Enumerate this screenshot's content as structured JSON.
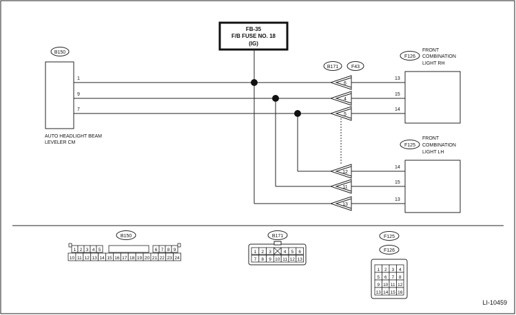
{
  "fuse": {
    "line1": "FB-35",
    "line2": "F/B FUSE NO. 18",
    "line3": "(IG)"
  },
  "left_module": {
    "connector": "B150",
    "name_line1": "AUTO HEADLIGHT BEAM",
    "name_line2": "LEVELER CM"
  },
  "rh_light": {
    "connector": "F126",
    "line1": "FRONT",
    "line2": "COMBINATION",
    "line3": "LIGHT RH"
  },
  "lh_light": {
    "connector": "F125",
    "line1": "FRONT",
    "line2": "COMBINATION",
    "line3": "LIGHT LH"
  },
  "joint_connectors": {
    "a": "B171",
    "b": "F43"
  },
  "module_pins": [
    "1",
    "9",
    "7"
  ],
  "rh_joint_pins": [
    "6",
    "4",
    "5"
  ],
  "lh_joint_pins": [
    "12",
    "11",
    "13"
  ],
  "rh_light_pins": [
    "13",
    "15",
    "14"
  ],
  "lh_light_pins": [
    "14",
    "15",
    "13"
  ],
  "bottom": {
    "b150_label": "B150",
    "b150_row1": [
      "1",
      "2",
      "3",
      "4",
      "5",
      "",
      "6",
      "7",
      "8",
      "9"
    ],
    "b150_row2": [
      "10",
      "11",
      "12",
      "13",
      "14",
      "15",
      "16",
      "17",
      "18",
      "19",
      "20",
      "21",
      "22",
      "23",
      "24"
    ],
    "b171_label": "B171",
    "b171_row1": [
      "1",
      "2",
      "3",
      "",
      "4",
      "5",
      "6"
    ],
    "b171_row2": [
      "7",
      "8",
      "9",
      "10",
      "11",
      "12",
      "13"
    ],
    "f125_label": "F125",
    "f126_label": "F126",
    "f_grid": [
      [
        "1",
        "2",
        "3",
        "4"
      ],
      [
        "5",
        "6",
        "7",
        "8"
      ],
      [
        "9",
        "10",
        "11",
        "12"
      ],
      [
        "13",
        "14",
        "15",
        "16"
      ]
    ]
  },
  "figure_id": "LI-10459"
}
